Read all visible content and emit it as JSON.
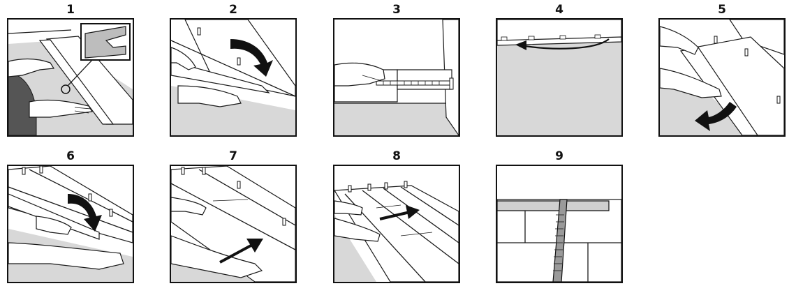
{
  "steps": [
    {
      "number": "1"
    },
    {
      "number": "2"
    },
    {
      "number": "3"
    },
    {
      "number": "4"
    },
    {
      "number": "5"
    },
    {
      "number": "6"
    },
    {
      "number": "7"
    },
    {
      "number": "8"
    },
    {
      "number": "9"
    }
  ],
  "colors": {
    "line": "#1a1a1a",
    "floor": "#d8d8d8",
    "arrow": "#111111",
    "background": "#ffffff"
  }
}
